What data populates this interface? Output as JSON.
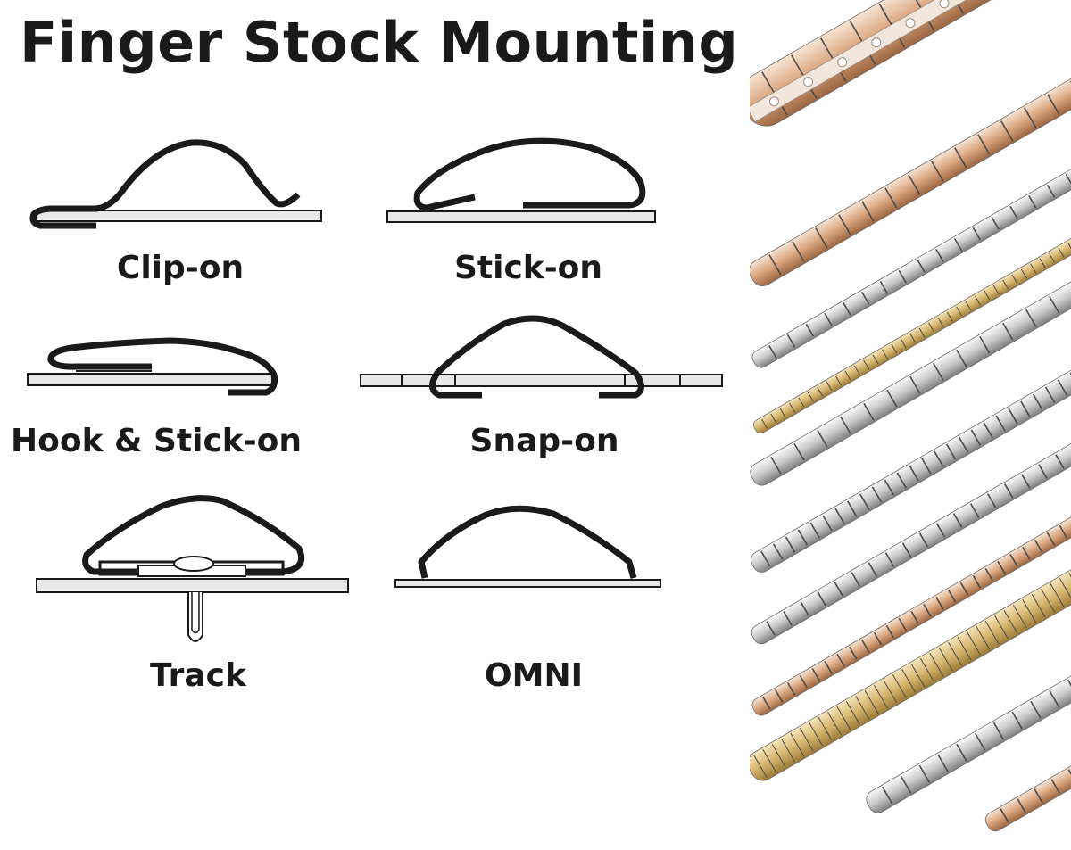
{
  "title": "Finger Stock Mounting",
  "mounting_types": [
    {
      "label": "Clip-on"
    },
    {
      "label": "Stick-on"
    },
    {
      "label": "Hook & Stick-on"
    },
    {
      "label": "Snap-on"
    },
    {
      "label": "Track"
    },
    {
      "label": "OMNI"
    }
  ],
  "colors": {
    "text": "#1a1a1a",
    "outline": "#1a1a1a",
    "panel_fill": "#e8e8e8",
    "copper_light": "#f1d6c0",
    "copper_dark": "#b9825a",
    "steel_light": "#f3f3f3",
    "steel_dark": "#8e8e8e",
    "gold_light": "#ecd49a",
    "gold_dark": "#b08d47"
  },
  "product_strips": [
    {
      "finish": "copper"
    },
    {
      "finish": "copper"
    },
    {
      "finish": "steel"
    },
    {
      "finish": "gold"
    },
    {
      "finish": "steel"
    },
    {
      "finish": "steel"
    },
    {
      "finish": "steel"
    },
    {
      "finish": "copper"
    },
    {
      "finish": "gold"
    },
    {
      "finish": "steel"
    },
    {
      "finish": "copper"
    }
  ]
}
